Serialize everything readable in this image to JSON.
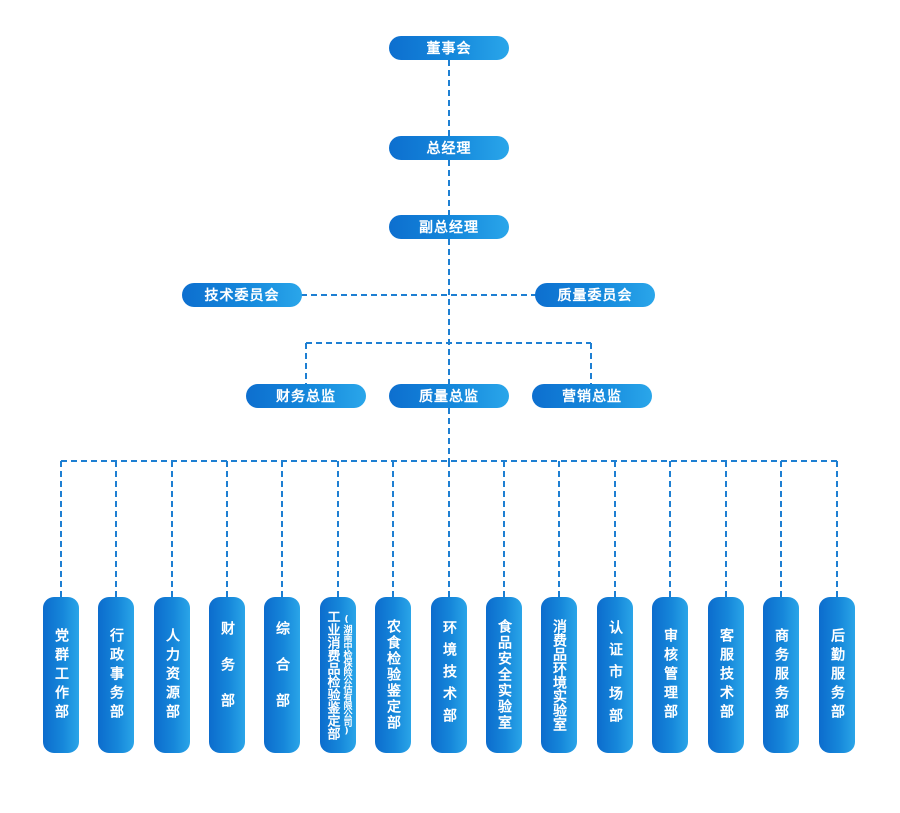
{
  "top": {
    "board": "董事会",
    "gm": "总经理",
    "deputy_gm": "副总经理"
  },
  "committees": {
    "tech": "技术委员会",
    "quality": "质量委员会"
  },
  "directors": {
    "finance": "财务总监",
    "quality": "质量总监",
    "marketing": "营销总监"
  },
  "departments": [
    {
      "label": "党群工作部"
    },
    {
      "label": "行政事务部"
    },
    {
      "label": "人力资源部"
    },
    {
      "label": "财务部"
    },
    {
      "label": "综合部"
    },
    {
      "label": "工业消费品检验鉴定部",
      "sub": "(湖南中检保险公估有限公司)"
    },
    {
      "label": "农食检验鉴定部"
    },
    {
      "label": "环境技术部"
    },
    {
      "label": "食品安全实验室"
    },
    {
      "label": "消费品环境实验室"
    },
    {
      "label": "认证市场部"
    },
    {
      "label": "审核管理部"
    },
    {
      "label": "客服技术部"
    },
    {
      "label": "商务服务部"
    },
    {
      "label": "后勤服务部"
    }
  ],
  "colors": {
    "node_dark": "#0d6fcf",
    "node_light": "#2aa6ea",
    "connector": "#1e7fd2"
  }
}
